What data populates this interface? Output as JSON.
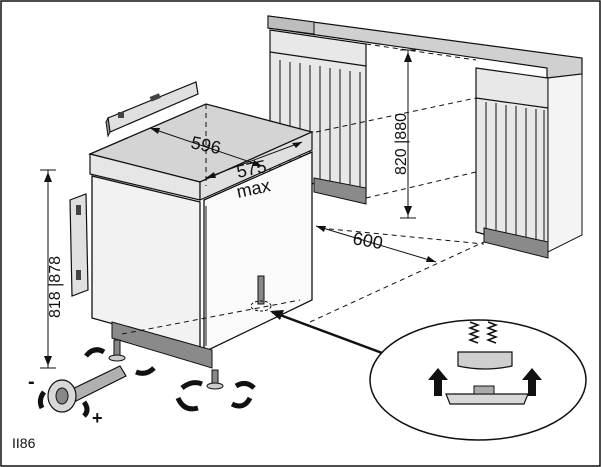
{
  "diagram": {
    "figure_id": "II86",
    "dimensions": {
      "width_596": "596",
      "depth_575": "575",
      "depth_max": "max",
      "spacing_600": "600",
      "height_range_left": "818 |878",
      "height_range_right": "820 |880"
    },
    "adjust_signs": {
      "minus": "-",
      "plus": "+"
    }
  },
  "colors": {
    "line": "#111111",
    "counter_top": "#d0d0d0",
    "cabinet_panel": "#e8e8e8",
    "dishwasher_body": "#f2f2f2",
    "plinth": "#8a8a8a",
    "shade": "#bdbdbd"
  }
}
